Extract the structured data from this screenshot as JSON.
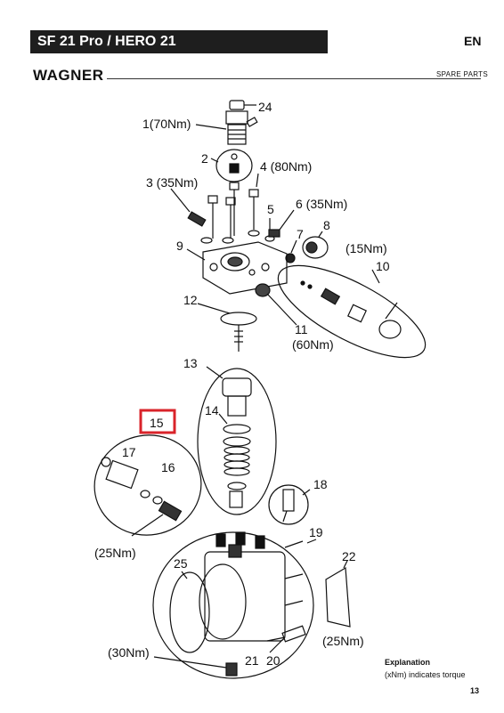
{
  "header": {
    "title": "SF 21 Pro / HERO 21",
    "language": "EN",
    "logo": "WAGNER",
    "section": "SPARE PARTS"
  },
  "labels": {
    "l24": "24",
    "l1": "1(70Nm)",
    "l2": "2",
    "l4": "4 (80Nm)",
    "l3": "3 (35Nm)",
    "l5": "5",
    "l6": "6 (35Nm)",
    "l7": "7",
    "l8": "8",
    "l9": "9",
    "l15nm": "(15Nm)",
    "l10": "10",
    "l12": "12",
    "l11": "11",
    "l60": "(60Nm)",
    "l13": "13",
    "l14": "14",
    "l15": "15",
    "l17": "17",
    "l16": "16",
    "l18": "18",
    "l25nm_a": "(25Nm)",
    "l19": "19",
    "l22": "22",
    "l25": "25",
    "l25nm_b": "(25Nm)",
    "l30": "(30Nm)",
    "l21": "21",
    "l20": "20"
  },
  "explanation": {
    "title": "Explanation",
    "text": "(xNm) indicates torque"
  },
  "page_number": "13",
  "colors": {
    "highlight": "#d9232a",
    "ink": "#111111"
  }
}
